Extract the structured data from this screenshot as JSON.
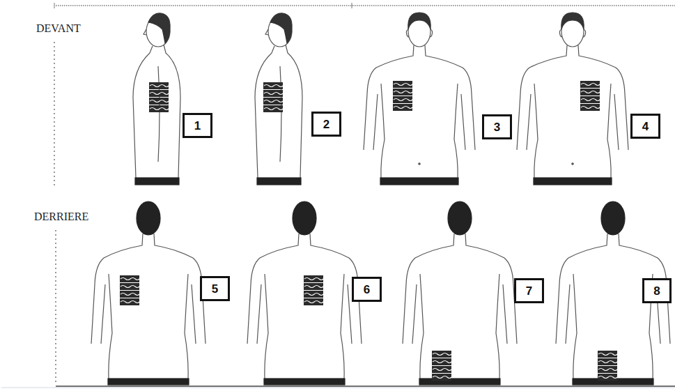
{
  "diagram": {
    "nodes": [
      {
        "text": [
          "1"
        ]
      },
      {
        "text": [
          "2"
        ]
      },
      {
        "text": [
          "3"
        ]
      },
      {
        "text": [
          "4"
        ]
      },
      {
        "text": [
          "5"
        ]
      },
      {
        "text": [
          "6"
        ]
      },
      {
        "text": [
          "7"
        ]
      },
      {
        "text": [
          "8"
        ]
      }
    ],
    "labels": [
      "DEVANT",
      "DERRIERE"
    ]
  }
}
